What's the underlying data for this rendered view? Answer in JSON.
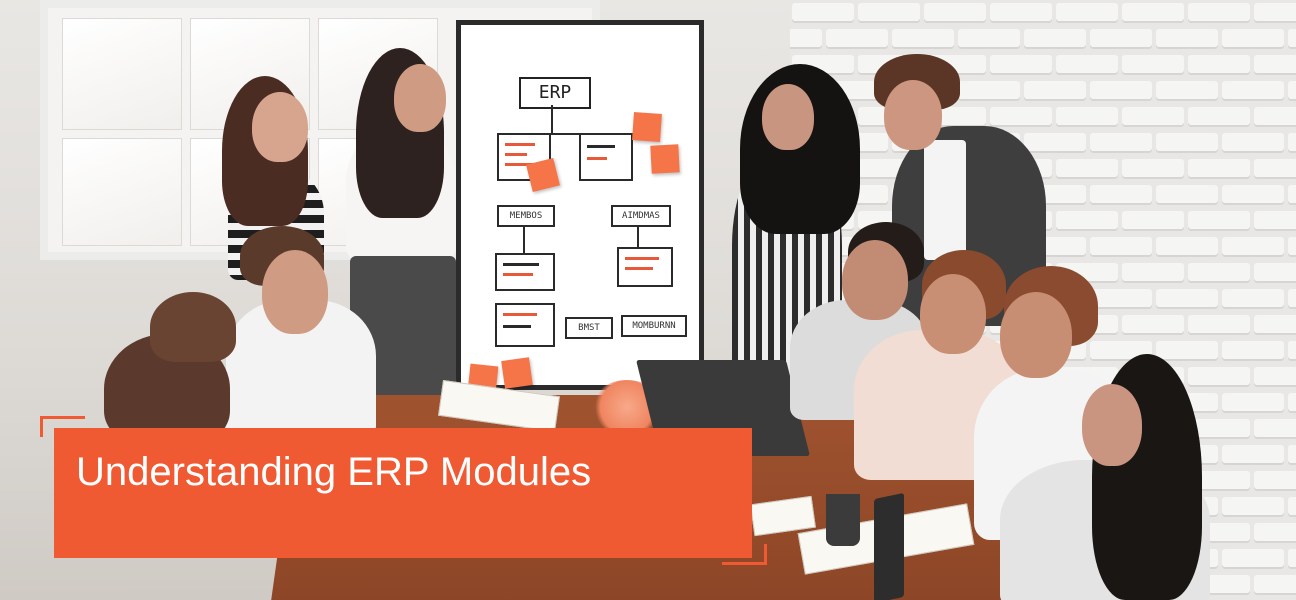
{
  "banner": {
    "title": "Understanding ERP Modules",
    "accent_color": "#f05a32"
  },
  "flipchart": {
    "heading": "ERP",
    "labels": [
      "MEMBOS",
      "AIMDMAS",
      "BMST",
      "MOMBURNN"
    ]
  },
  "colors": {
    "accent": "#f05a32",
    "sticky_note": "#f57549"
  }
}
